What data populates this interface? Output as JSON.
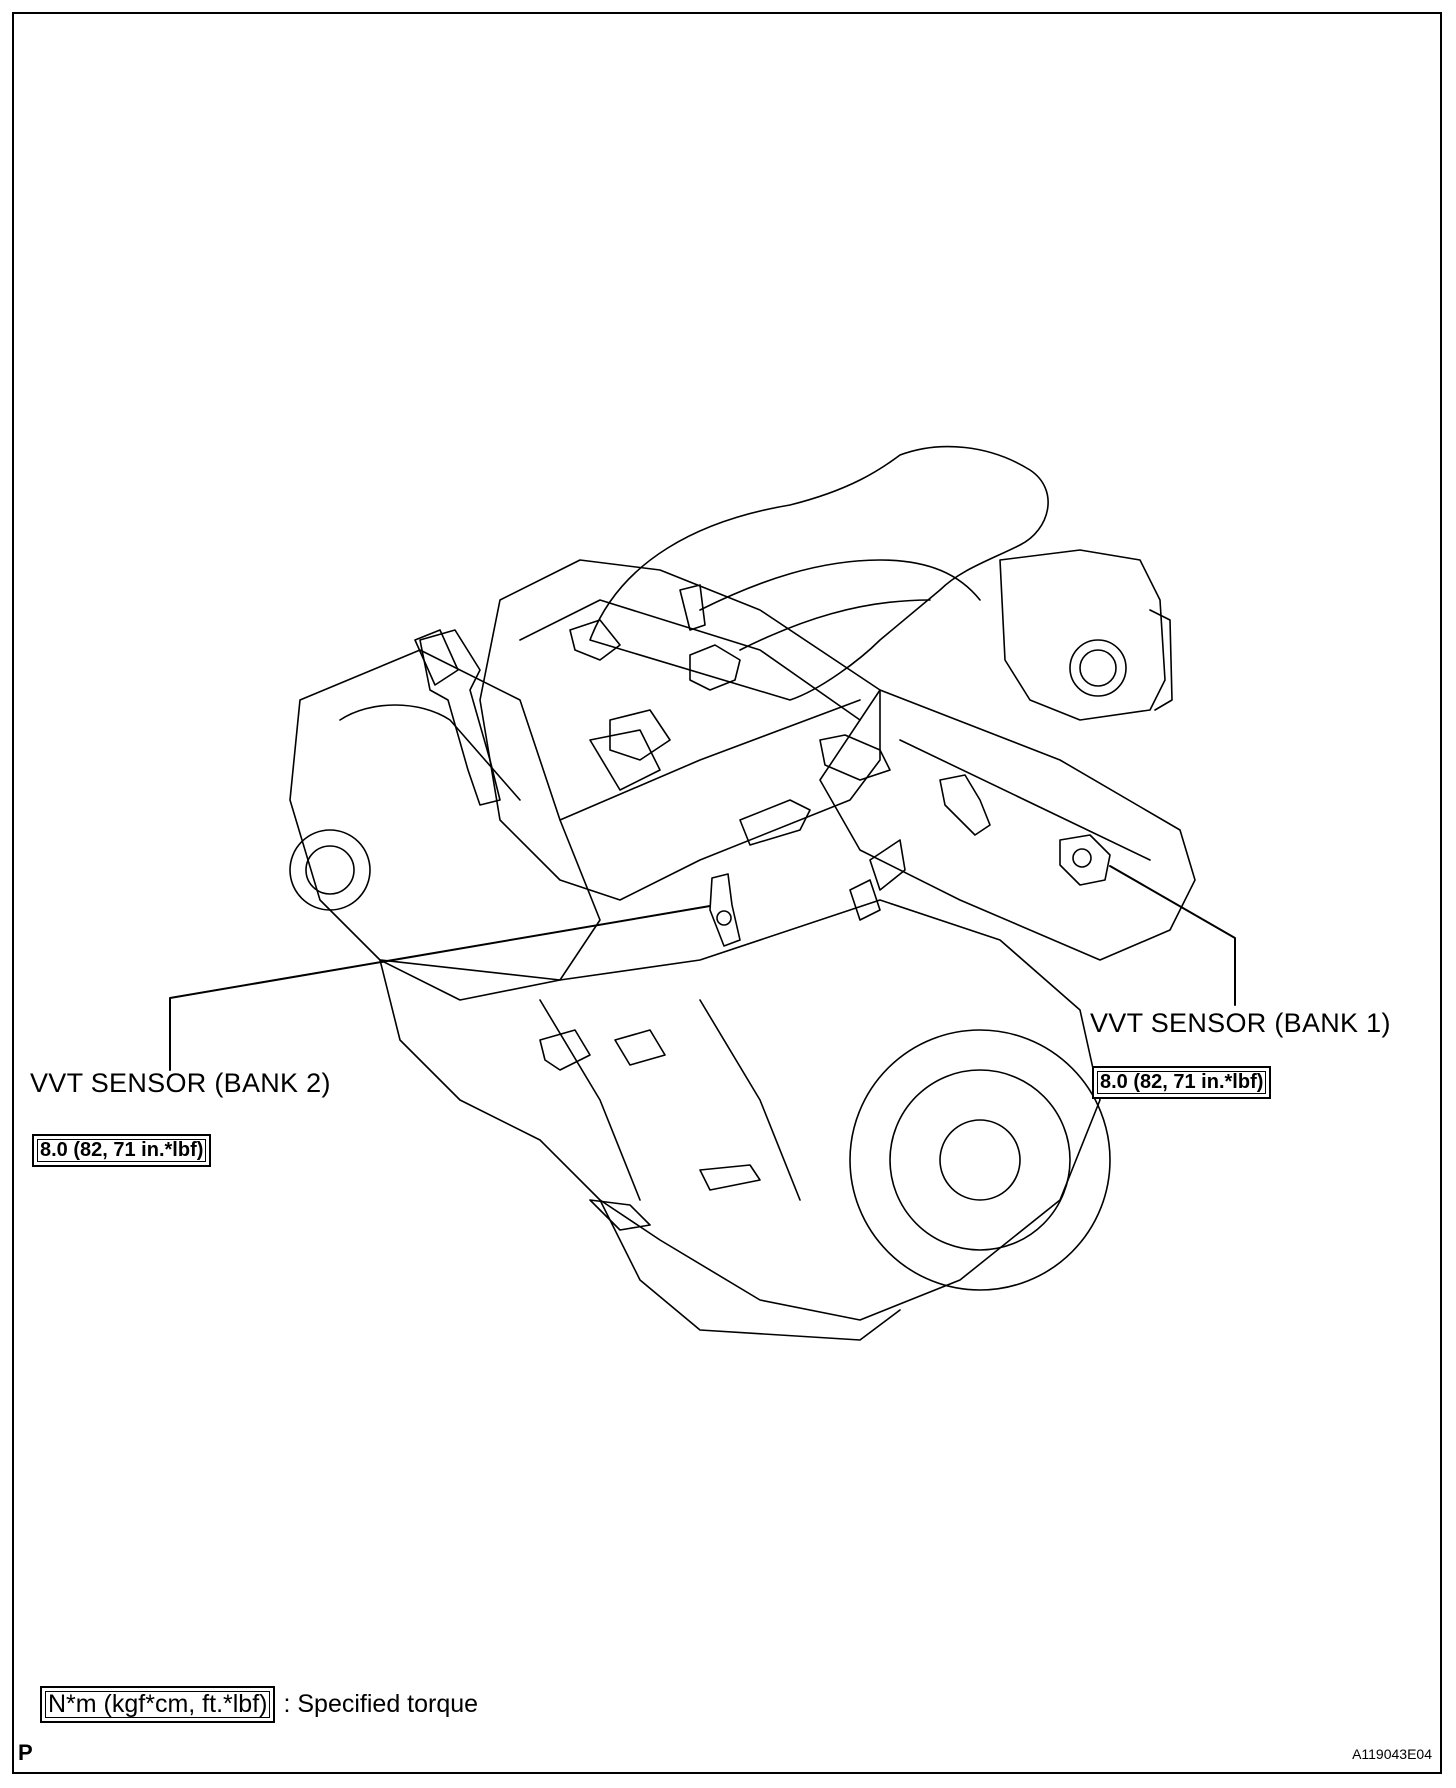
{
  "callouts": {
    "bank2": {
      "label": "VVT SENSOR (BANK 2)",
      "torque": "8.0 (82, 71 in.*lbf)"
    },
    "bank1": {
      "label": "VVT SENSOR (BANK 1)",
      "torque": "8.0 (82, 71 in.*lbf)"
    }
  },
  "legend": {
    "box": "N*m (kgf*cm, ft.*lbf)",
    "text": ": Specified torque"
  },
  "corner": {
    "left": "P",
    "right": "A119043E04"
  }
}
